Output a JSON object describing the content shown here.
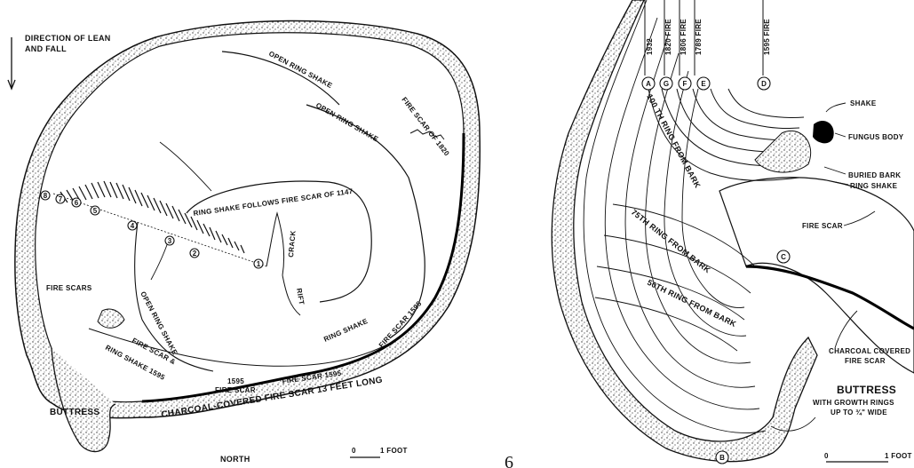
{
  "page_number": "6",
  "left": {
    "direction_note": [
      "DIRECTION OF LEAN",
      "AND FALL"
    ],
    "labels": {
      "open_ring_shake_top": "OPEN RING SHAKE",
      "open_ring_shake_mid": "OPEN RING SHAKE",
      "fire_scar_1820": "FIRE SCAR OF 1820",
      "ring_shake_follows": "RING SHAKE FOLLOWS FIRE SCAR OF 1147",
      "crack": "CRACK",
      "rift": "RIFT",
      "fire_scars": "FIRE SCARS",
      "open_ring_shake_vert": "OPEN RING SHAKE",
      "fire_scar_ring_shake": [
        "FIRE SCAR &",
        "RING SHAKE 1595"
      ],
      "fire_scar_1595_mid": [
        "1595",
        "FIRE SCAR"
      ],
      "fire_scar_1595_bottom": "FIRE SCAR 1595",
      "ring_shake": "RING SHAKE",
      "fire_scar_1595_right": "FIRE SCAR 1595",
      "buttress": "BUTTRESS",
      "charcoal_scar": "CHARCOAL-COVERED FIRE SCAR 13 FEET LONG",
      "north": "NORTH",
      "scale_zero": "0",
      "scale_unit": "1 FOOT"
    },
    "markers": [
      "1",
      "2",
      "3",
      "4",
      "5",
      "6",
      "7",
      "8"
    ]
  },
  "right": {
    "years": [
      "1932",
      "1820 FIRE",
      "1806 FIRE",
      "1789 FIRE",
      "1595 FIRE"
    ],
    "markers_top": [
      "A",
      "G",
      "F",
      "E",
      "D"
    ],
    "markers_other": [
      "C",
      "B"
    ],
    "ring_labels": [
      "100 TH RING FROM BARK",
      "75TH RING FROM BARK",
      "50TH RING FROM BARK"
    ],
    "callouts": {
      "shake": "SHAKE",
      "fungus_body": "FUNGUS BODY",
      "buried_bark": "BURIED BARK",
      "ring_shake": "RING SHAKE",
      "fire_scar": "FIRE SCAR",
      "charcoal": [
        "CHARCOAL COVERED",
        "FIRE SCAR"
      ],
      "buttress": "BUTTRESS",
      "buttress_note": [
        "WITH GROWTH RINGS",
        "UP TO ¾\" WIDE"
      ]
    },
    "scale_zero": "0",
    "scale_unit": "1 FOOT"
  }
}
